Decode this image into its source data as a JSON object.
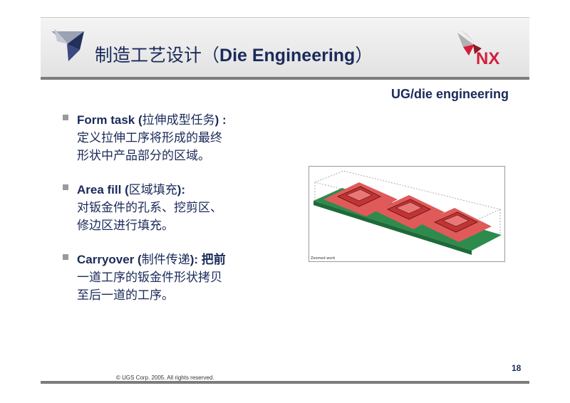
{
  "header": {
    "title_cn": "制造工艺设计（",
    "title_en": "Die Engineering",
    "title_close": "）",
    "subtitle": "UG/die engineering"
  },
  "bullets": [
    {
      "en": "Form task (",
      "cn": "拉伸成型任务",
      "suffix": ") :",
      "lines": [
        "定义拉伸工序将形成的最终",
        "形状中产品部分的区域。"
      ]
    },
    {
      "en": "Area fill (",
      "cn": "区域填充",
      "suffix": "):",
      "lines": [
        "对钣金件的孔系、挖剪区、",
        "修边区进行填充。"
      ]
    },
    {
      "en": "Carryover (",
      "cn": "制件传递",
      "suffix": "): 把前",
      "lines": [
        "一道工序的钣金件形状拷贝",
        "至后一道的工序。"
      ]
    }
  ],
  "figure": {
    "caption": "Zoomed work"
  },
  "footer": {
    "page_number": "18",
    "copyright": "© UGS Corp. 2005. All rights reserved."
  },
  "colors": {
    "primary_text": "#1a2a5a",
    "nx_red": "#d41f3c",
    "die_green": "#2e8b4e",
    "die_red": "#e05a5a"
  }
}
